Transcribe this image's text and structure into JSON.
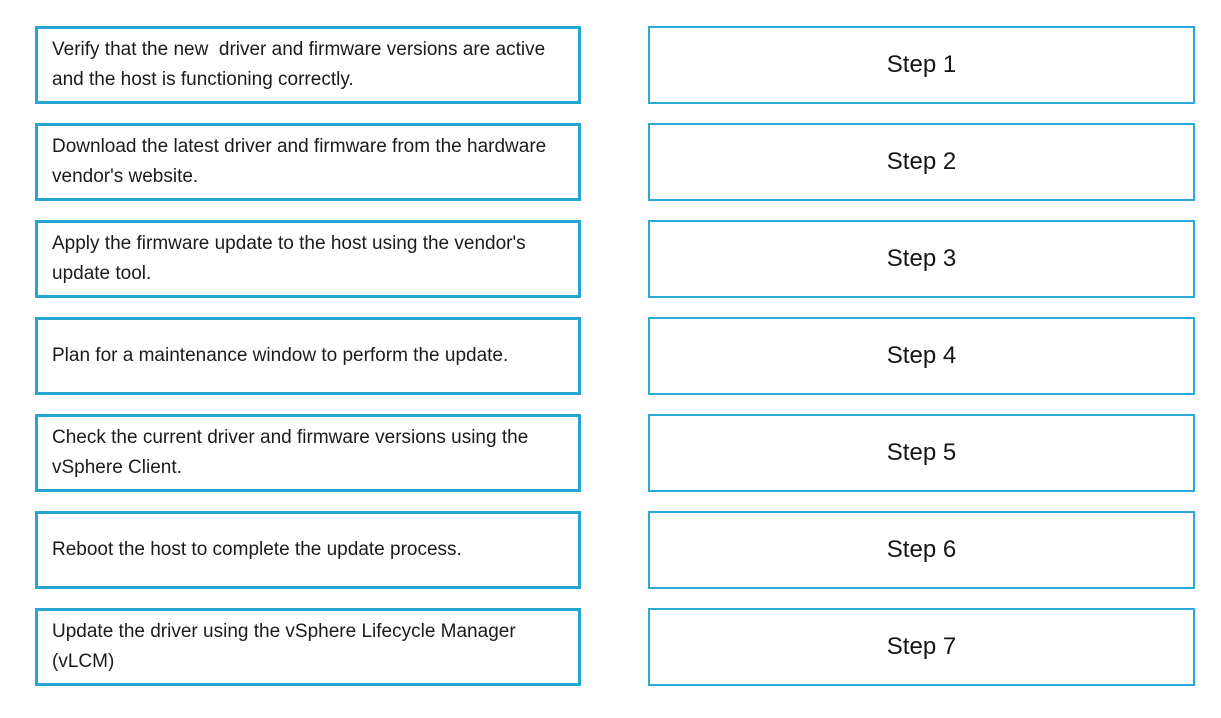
{
  "accent_color_left": "#24a5d2",
  "accent_color_right": "#29a9d8",
  "text_color": "#1b1b1b",
  "tasks": [
    "Verify that the new  driver and firmware versions are active and the host is functioning correctly.",
    "Download the latest driver and firmware from the hardware vendor's website.",
    "Apply the firmware update to the host using the vendor's update tool.",
    "Plan for a maintenance window to perform the update.",
    "Check the current driver and firmware versions using the vSphere Client.",
    "Reboot the host to complete the update process.",
    "Update the driver using the vSphere Lifecycle Manager (vLCM)"
  ],
  "steps": [
    "Step 1",
    "Step 2",
    "Step 3",
    "Step 4",
    "Step 5",
    "Step 6",
    "Step 7"
  ]
}
